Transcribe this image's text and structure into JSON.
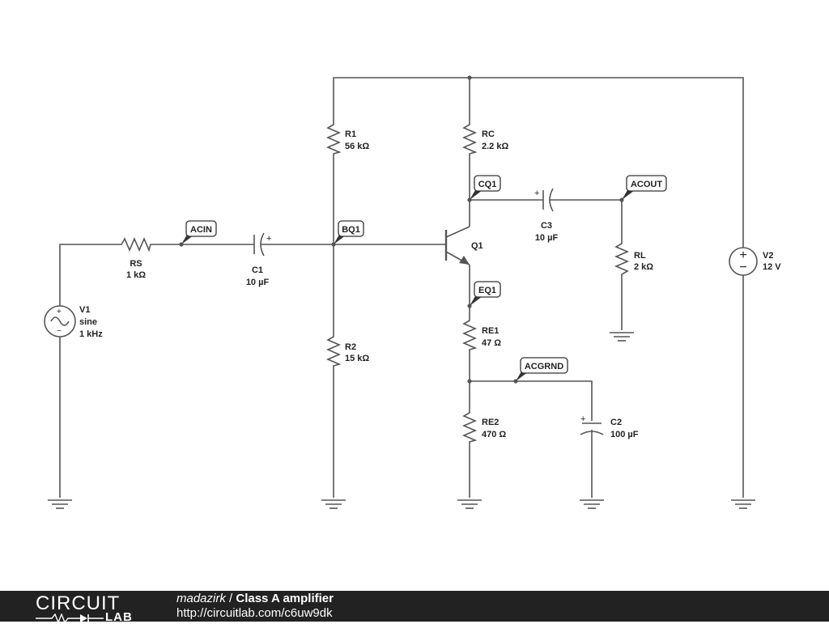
{
  "components": {
    "rs": {
      "name": "RS",
      "value": "1 kΩ"
    },
    "c1": {
      "name": "C1",
      "value": "10 µF"
    },
    "r1": {
      "name": "R1",
      "value": "56 kΩ"
    },
    "r2": {
      "name": "R2",
      "value": "15 kΩ"
    },
    "rc": {
      "name": "RC",
      "value": "2.2 kΩ"
    },
    "q1": {
      "name": "Q1"
    },
    "c3": {
      "name": "C3",
      "value": "10 µF"
    },
    "rl": {
      "name": "RL",
      "value": "2 kΩ"
    },
    "re1": {
      "name": "RE1",
      "value": "47 Ω"
    },
    "re2": {
      "name": "RE2",
      "value": "470 Ω"
    },
    "c2": {
      "name": "C2",
      "value": "100 µF"
    },
    "v1": {
      "name": "V1",
      "type": "sine",
      "freq": "1 kHz"
    },
    "v2": {
      "name": "V2",
      "value": "12 V"
    }
  },
  "net_labels": {
    "acin": "ACIN",
    "bq1": "BQ1",
    "cq1": "CQ1",
    "acout": "ACOUT",
    "eq1": "EQ1",
    "acgrnd": "ACGRND"
  },
  "symbols": {
    "plus": "+",
    "minus": "−"
  },
  "footer": {
    "logo_top": "CIRCUIT",
    "logo_bottom": "LAB",
    "author": "madazirk",
    "separator": "/",
    "title": "Class A amplifier",
    "url": "http://circuitlab.com/c6uw9dk"
  },
  "colors": {
    "wire": "#555555",
    "footer_bg": "#222222",
    "text": "#222222"
  }
}
